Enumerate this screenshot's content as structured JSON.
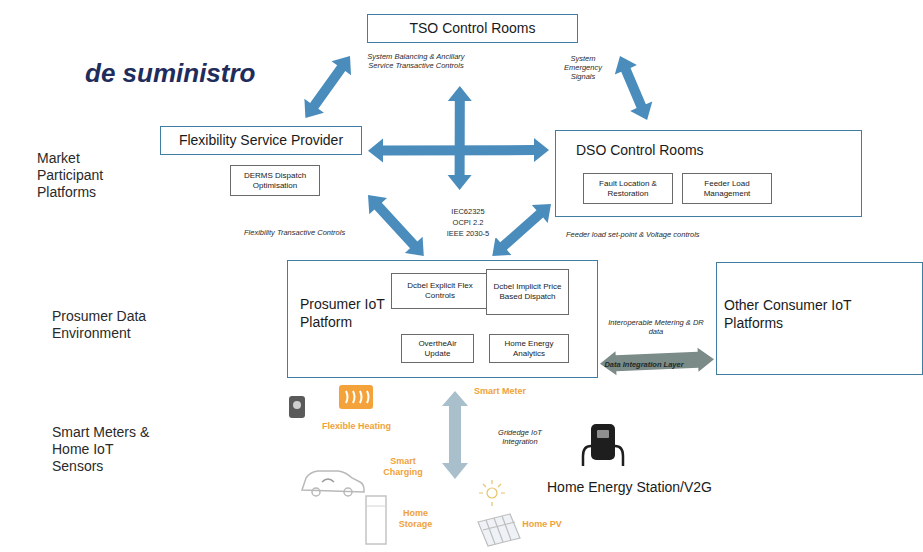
{
  "diagram": {
    "nodes": [
      {
        "text": [
          "TSO Control Rooms"
        ]
      },
      {
        "text": [
          "Flexibility Service Provider"
        ]
      },
      {
        "text": [
          "DERMS Dispatch Optimisation"
        ]
      },
      {
        "text": [
          "DSO Control Rooms"
        ]
      },
      {
        "text": [
          "Fault Location & Restoration"
        ],
        "in": 3
      },
      {
        "text": [
          "Feeder Load Management"
        ],
        "in": 3
      },
      {
        "text": [
          "Prosumer IoT Platform"
        ]
      },
      {
        "text": [
          "Dcbel Explicit Flex Controls"
        ],
        "in": 6
      },
      {
        "text": [
          "Dcbel Implicit Price Based Dispatch"
        ],
        "in": 6
      },
      {
        "text": [
          "OvertheAir Update"
        ],
        "in": 6
      },
      {
        "text": [
          "Home Energy Analytics"
        ],
        "in": 6
      },
      {
        "text": [
          "Other Consumer IoT Platforms"
        ]
      }
    ],
    "edges": [
      {
        "from": 0,
        "to": 1,
        "arrow": "both",
        "label": "System Balancing & Ancillary Service Transactive Controls"
      },
      {
        "from": 0,
        "to": 3,
        "arrow": "both",
        "label": "System Emergency Signals"
      },
      {
        "from": 0,
        "to": 6,
        "arrow": "both"
      },
      {
        "from": 1,
        "to": 3,
        "arrow": "both"
      },
      {
        "from": 1,
        "to": 6,
        "arrow": "both",
        "label": "Flexibility Transactive Controls"
      },
      {
        "from": 3,
        "to": 6,
        "arrow": "both",
        "label": "Feeder load set-point & Voltage controls"
      },
      {
        "from": 6,
        "to": 11,
        "arrow": "both",
        "label": "Data Integration Layer"
      }
    ],
    "labels": [
      "de suministro",
      "Market Participant Platforms",
      "IEC62325",
      "OCPI 2.2",
      "IEEE 2030-5",
      "Interoperable Metering & DR data",
      "Prosumer Data Environment",
      "Smart Meter",
      "Flexible Heating",
      "Gridedge IoT Integration",
      "Smart Charging",
      "Home Energy Station/V2G",
      "Smart Meters & Home IoT Sensors",
      "Home Storage",
      "Home PV"
    ]
  }
}
